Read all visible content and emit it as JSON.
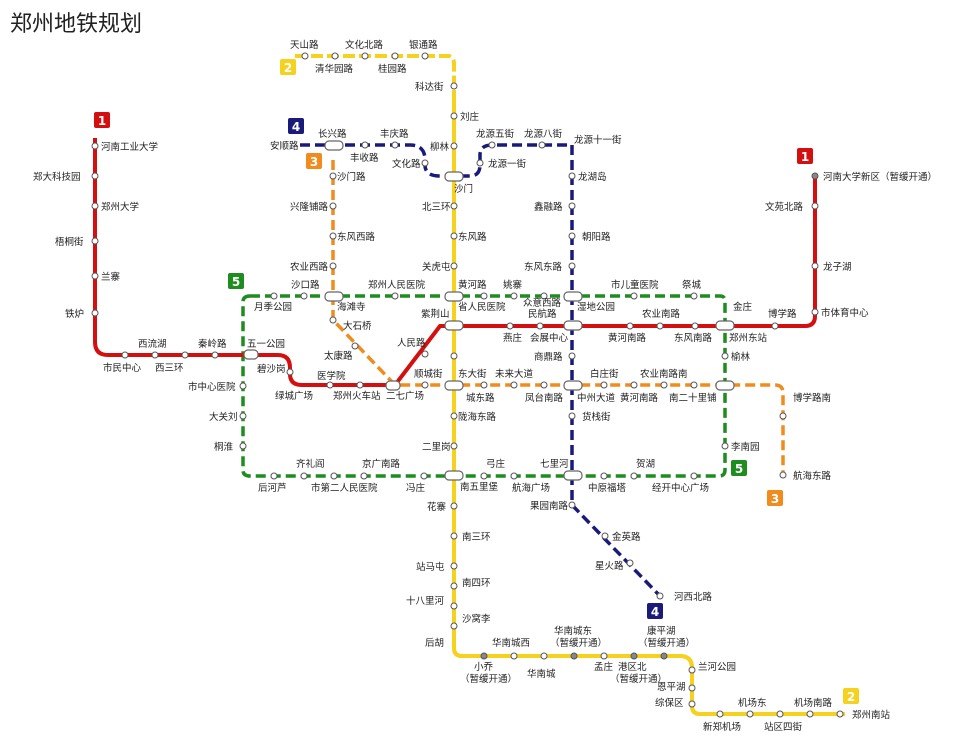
{
  "title": "郑州地铁规划",
  "colors": {
    "line1": "#d40f0f",
    "line2": "#f5d21e",
    "line3": "#f08c1e",
    "line4": "#1a1a7a",
    "line5": "#1e8c1e"
  },
  "badges": {
    "l1_top": "1",
    "l1_right": "1",
    "l2_top": "2",
    "l2_bottom": "2",
    "l3_top": "3",
    "l3_bottom": "3",
    "l4_top": "4",
    "l4_bottom": "4",
    "l5_top": "5",
    "l5_bottom": "5"
  },
  "stations": {
    "henan_gongye": "河南工业大学",
    "zhengda_keji": "郑大科技园",
    "zhengzhou_daxue": "郑州大学",
    "wutonglu": "梧桐街",
    "lanzhai": "兰寨",
    "tiezhu": "铁炉",
    "shiminzhongxin": "市民中心",
    "xiliuhu": "西流湖",
    "xisanhuan": "西三环",
    "qinlinglu": "秦岭路",
    "wuyigongyuan": "五一公园",
    "bishayang": "碧沙岗",
    "lvcheng": "绿城广场",
    "yixueyuan": "医学院",
    "huochezhan": "郑州火车站",
    "erqi": "二七广场",
    "renminlu": "人民路",
    "zijingshan": "紫荆山",
    "yanzhuang": "燕庄",
    "minhanglu": "民航路",
    "huizhanzhongxin": "会展中心",
    "huanghenanlu": "黄河南路",
    "nongyenanlu": "农业南路",
    "dongfengnanlu": "东风南路",
    "zhengzhoudongzhan": "郑州东站",
    "boxuelu": "博学路",
    "shitiyuzhongxin": "市体育中心",
    "longzihu": "龙子湖",
    "wenyuanbeilu": "文苑北路",
    "henandaxuexinqu": "河南大学新区（暂缓开通）",
    "tianshanlu": "天山路",
    "wenhuabeilu": "文化北路",
    "yintonglu": "银通路",
    "qinghuayuanlu": "清华园路",
    "guiyuanlu": "桂园路",
    "kedajie": "科达街",
    "liuzhuang": "刘庄",
    "liulin": "柳林",
    "shamen": "沙门",
    "beisanhuan": "北三环",
    "dongfenglu": "东风路",
    "guanhutun": "关虎屯",
    "huanghelu": "黄河路",
    "shengrenminyiyuan": "省人民医院",
    "dongdajie": "东大街",
    "longhaidonglu": "陇海东路",
    "erliGang": "二里岗",
    "nanwulipu": "南五里堡",
    "huazhai": "花寨",
    "nansanhuan": "南三环",
    "zhanmatun": "站马屯",
    "nansihuan": "南四环",
    "shibalihe": "十八里河",
    "shawozi": "沙窝李",
    "shuanghu": "后胡",
    "xiaoqiao": "小乔",
    "xiaoqiao_note": "（暂缓开通）",
    "huananchengxi": "华南城西",
    "huanancheng": "华南城",
    "huananchengdong": "华南城东",
    "huananchengdong_note": "（暂缓开通）",
    "mengzhuang": "孟庄",
    "gangqubei": "港区北",
    "gangqubei_note": "（暂缓开通）",
    "kangpinghu": "康平湖",
    "kangpinghu_note": "（暂缓开通）",
    "lanhegongyuan": "兰河公园",
    "enpinghu": "恩平湖",
    "lvbaoqu": "综保区",
    "jichangdong": "机场东",
    "xinzhengjichang": "新郑机场",
    "zhanqusijie": "站区四街",
    "jichangnanlu": "机场南路",
    "zhengzhounanzhan": "郑州南站",
    "anshunlu": "安顺路",
    "changxinglu": "长兴路",
    "fengqinglu": "丰庆路",
    "fengshoulu": "丰收路",
    "wenhualu": "文化路",
    "longyuanwujie": "龙源五街",
    "longyuanbajie": "龙源八街",
    "longyuanshiyijie": "龙源十一街",
    "longyuanyijie": "龙源一街",
    "longhudao": "龙湖岛",
    "xinyilu": "鑫融路",
    "chaoyanglu": "朝阳路",
    "dongfengdonglu": "东风东路",
    "zhongyixiyuan": "众意西路",
    "shidigongyuan": "湿地公园",
    "shangdulu": "商鼎路",
    "zhongzhoudadao": "中州大道",
    "huojianlu": "货栈街",
    "qilihe": "七里河",
    "guoyuannanlu": "果园南路",
    "jinyinglu": "金英路",
    "xinghuolu": "星火路",
    "henanxibeilu": "河西北路",
    "shamenlu": "沙门路",
    "xingyuntongjie": "兴隆铺路",
    "dongfengxilu": "东风西路",
    "nongyexilu": "农业西路",
    "haiyaosi": "海滩寺",
    "dashiqiao": "大石桥",
    "taikanglu": "太康路",
    "shuncheng": "顺城街",
    "weilaidadao": "未来大道",
    "chengnanlu": "城东路",
    "fengtainanlu": "凤台南路",
    "baizhuangjie": "白庄街",
    "nongyenanlunan": "农业南路南",
    "nanerlipu": "南二十里铺",
    "boxuelunan": "博学路南",
    "hanghaidonglu": "航海东路",
    "yuelianggongyuan": "月季公园",
    "shakoulu": "沙口路",
    "zhengzhourenmin": "郑州人民医院",
    "yaozhai": "姚寨",
    "shiertongyiyuan": "市儿童医院",
    "jicheng": "祭城",
    "jinzhuang": "金庄",
    "yulin": "榆林",
    "linanguo": "李南园",
    "zhongyuanfuta": "中原福塔",
    "jingkaizhongxin": "经开中心广场",
    "binhu": "贺湖",
    "hanghaiguangchang": "航海广场",
    "gongzhuang": "弓庄",
    "jingguanglu": "京广南路",
    "yuzhuang": "冯庄",
    "shidierrenmin": "市第二人民医院",
    "qilizhen": "齐礼阎",
    "houhelu": "后河芦",
    "tongbai": "桐淮",
    "daguanliu": "大关刘",
    "shizhongxinyiyuan": "市中心医院"
  }
}
